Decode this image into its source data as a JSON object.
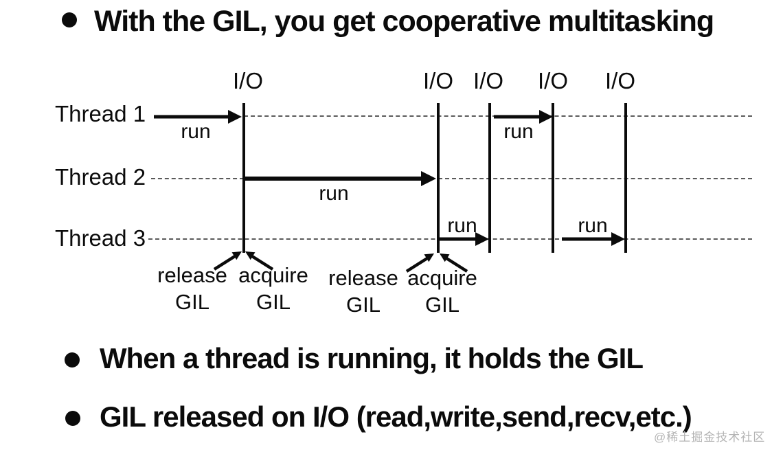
{
  "page": {
    "background": "#ffffff",
    "ink": "#0b0b0b"
  },
  "bullets": [
    {
      "text": "With the GIL, you get cooperative multitasking"
    },
    {
      "text": "When a thread is running, it holds the GIL"
    },
    {
      "text": "GIL released on I/O (read,write,send,recv,etc.)"
    }
  ],
  "diagram": {
    "threads": [
      {
        "label": "Thread 1"
      },
      {
        "label": "Thread 2"
      },
      {
        "label": "Thread 3"
      }
    ],
    "io_labels": [
      "I/O",
      "I/O",
      "I/O",
      "I/O",
      "I/O"
    ],
    "run_labels": [
      "run",
      "run",
      "run",
      "run",
      "run"
    ],
    "gil_annotations": [
      {
        "action": "release",
        "target": "GIL"
      },
      {
        "action": "acquire",
        "target": "GIL"
      },
      {
        "action": "release",
        "target": "GIL"
      },
      {
        "action": "acquire",
        "target": "GIL"
      }
    ]
  },
  "watermark": {
    "text": "@稀土掘金技术社区",
    "color": "#b4b4b4"
  }
}
